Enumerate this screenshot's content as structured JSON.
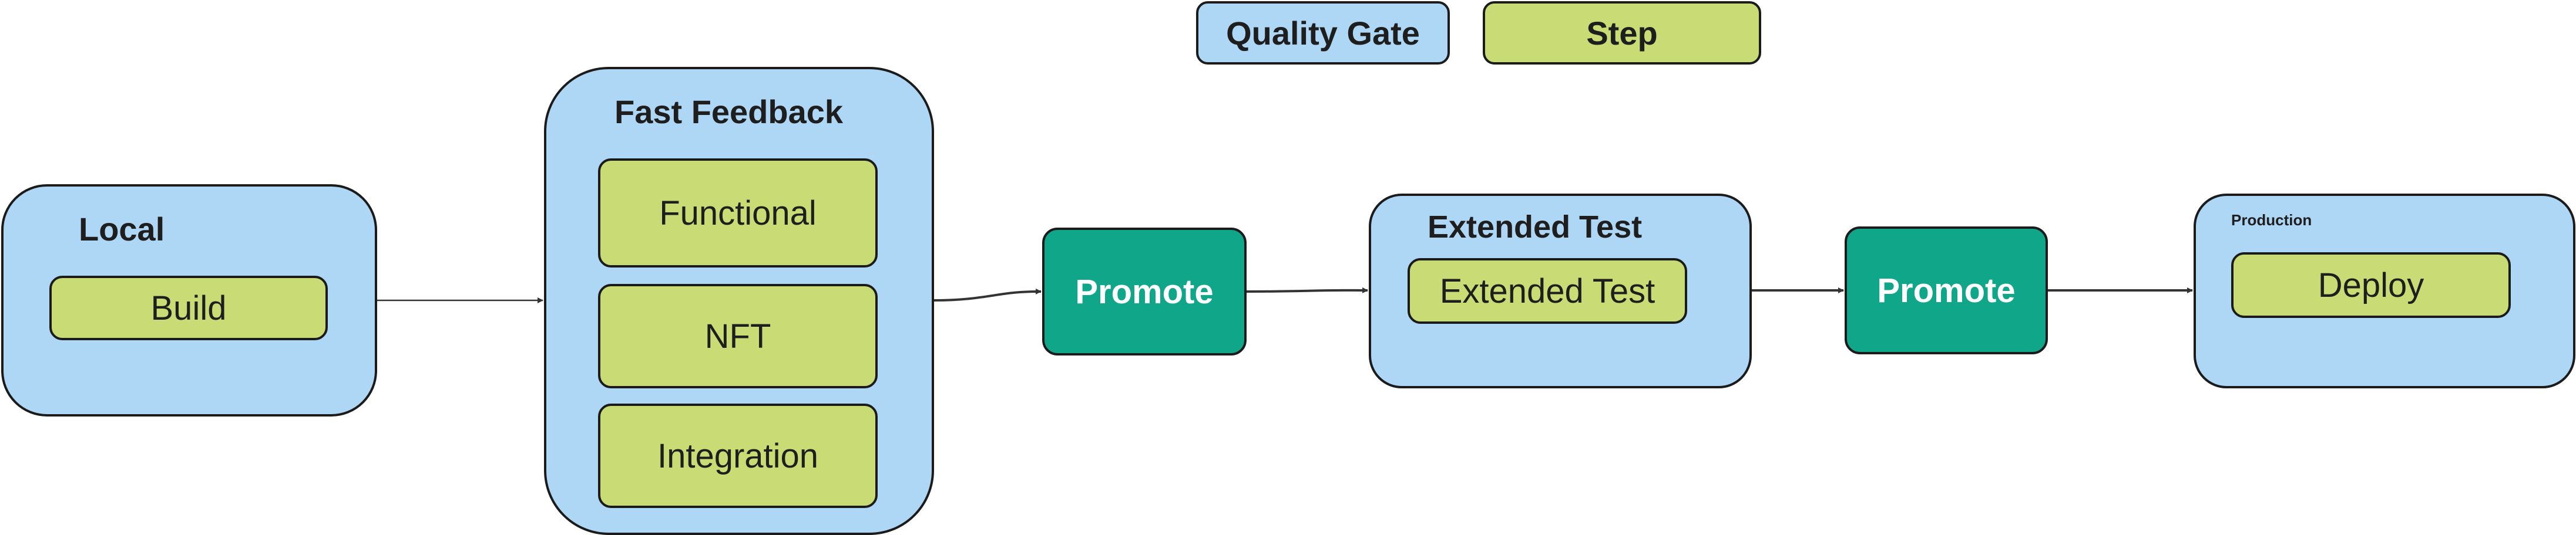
{
  "legend": {
    "quality_gate": "Quality Gate",
    "step": "Step"
  },
  "stages": {
    "local": {
      "title": "Local",
      "steps": [
        "Build"
      ]
    },
    "fast_feedback": {
      "title": "Fast Feedback",
      "steps": [
        "Functional",
        "NFT",
        "Integration"
      ]
    },
    "extended_test": {
      "title": "Extended Test",
      "steps": [
        "Extended Test"
      ]
    },
    "production": {
      "title": "Production",
      "steps": [
        "Deploy"
      ]
    }
  },
  "promote_1": "Promote",
  "promote_2": "Promote",
  "colors": {
    "quality_gate": "#aed6f5",
    "step": "#c9db74",
    "promote": "#0fa68a",
    "outline": "#1b1b1b",
    "connector": "#333333"
  }
}
